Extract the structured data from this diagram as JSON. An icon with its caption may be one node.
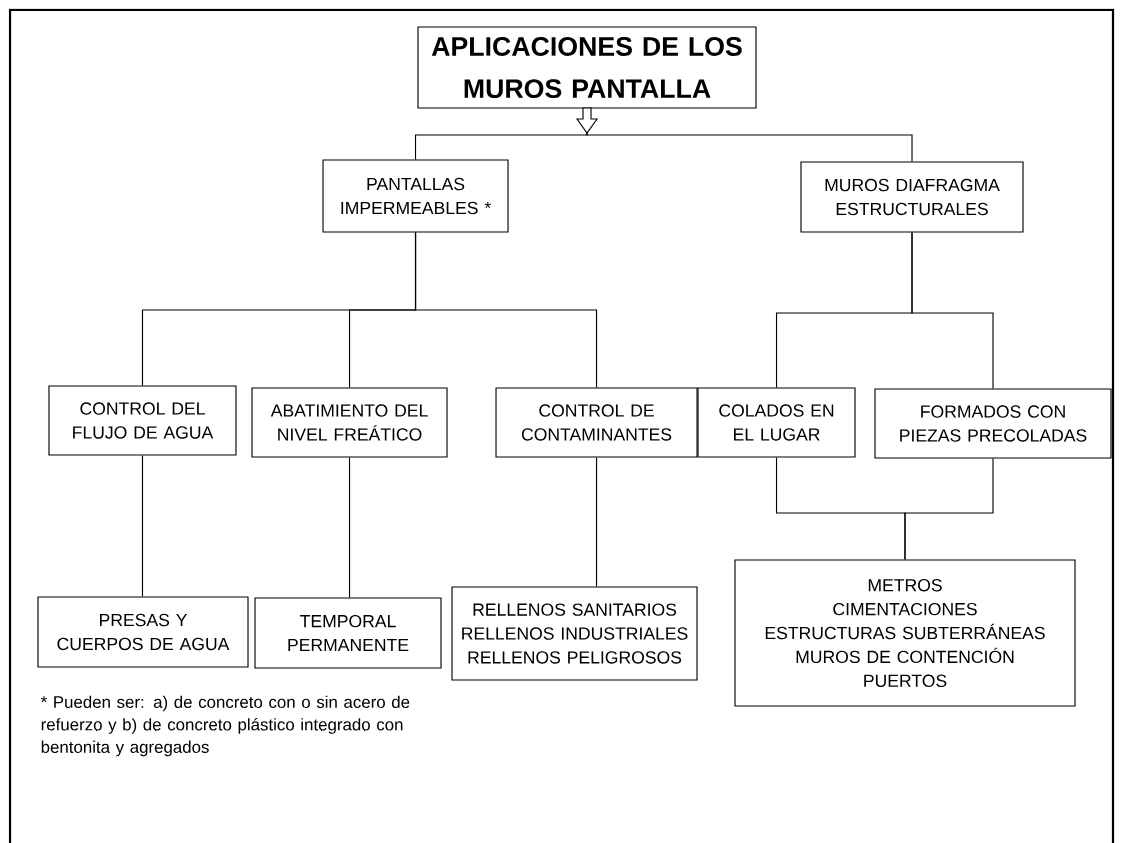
{
  "diagram": {
    "nodes": [
      {
        "text": [
          "APLICACIONES DE LOS MUROS PANTALLA"
        ]
      },
      {
        "text": [
          "PANTALLAS IMPERMEABLES *"
        ]
      },
      {
        "text": [
          "MUROS DIAFRAGMA ESTRUCTURALES"
        ]
      },
      {
        "text": [
          "CONTROL DEL FLUJO DE AGUA"
        ]
      },
      {
        "text": [
          "ABATIMIENTO DEL NIVEL FREÁTICO"
        ]
      },
      {
        "text": [
          "CONTROL DE CONTAMINANTES"
        ]
      },
      {
        "text": [
          "COLADOS EN EL LUGAR"
        ]
      },
      {
        "text": [
          "FORMADOS CON PIEZAS PRECOLADAS"
        ]
      },
      {
        "text": [
          "PRESAS Y CUERPOS DE AGUA"
        ]
      },
      {
        "text": [
          "TEMPORAL",
          "PERMANENTE"
        ]
      },
      {
        "text": [
          "RELLENOS SANITARIOS",
          "RELLENOS INDUSTRIALES",
          "RELLENOS PELIGROSOS"
        ]
      },
      {
        "text": [
          "METROS",
          "CIMENTACIONES",
          "ESTRUCTURAS SUBTERRÁNEAS",
          "MUROS DE CONTENCIÓN",
          "PUERTOS"
        ]
      }
    ],
    "edges": [
      {
        "from": 0,
        "to": null,
        "arrow": "to"
      },
      {
        "from": 0,
        "to": 1,
        "arrow": "none"
      },
      {
        "from": 0,
        "to": 2,
        "arrow": "none"
      },
      {
        "from": 1,
        "to": 3,
        "arrow": "none"
      },
      {
        "from": 1,
        "to": 4,
        "arrow": "none"
      },
      {
        "from": 1,
        "to": 5,
        "arrow": "none"
      },
      {
        "from": 2,
        "to": 6,
        "arrow": "none"
      },
      {
        "from": 2,
        "to": 7,
        "arrow": "none"
      },
      {
        "from": 3,
        "to": 8,
        "arrow": "none"
      },
      {
        "from": 4,
        "to": 9,
        "arrow": "none"
      },
      {
        "from": 5,
        "to": 10,
        "arrow": "none"
      },
      {
        "from": 6,
        "to": 11,
        "arrow": "none"
      },
      {
        "from": 7,
        "to": 11,
        "arrow": "none"
      }
    ],
    "labels": [
      "* Pueden ser: a) de concreto con o sin acero de refuerzo y b) de concreto plástico integrado con bentonita y agregados"
    ]
  }
}
